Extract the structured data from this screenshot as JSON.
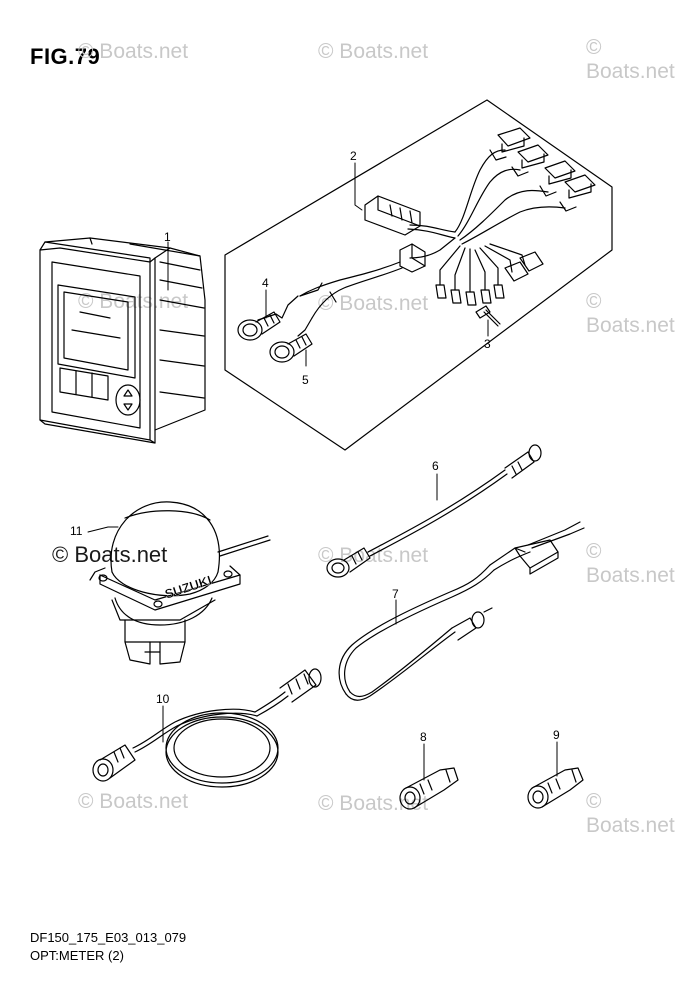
{
  "figure": {
    "title": "FIG.79",
    "code": "DF150_175_E03_013_079",
    "caption": "OPT:METER (2)"
  },
  "watermark": {
    "text": "© Boats.net"
  },
  "callouts": [
    "1",
    "2",
    "3",
    "4",
    "5",
    "6",
    "7",
    "8",
    "9",
    "10",
    "11"
  ],
  "parts": {
    "sensor_brand_text": "SUZUKI"
  }
}
